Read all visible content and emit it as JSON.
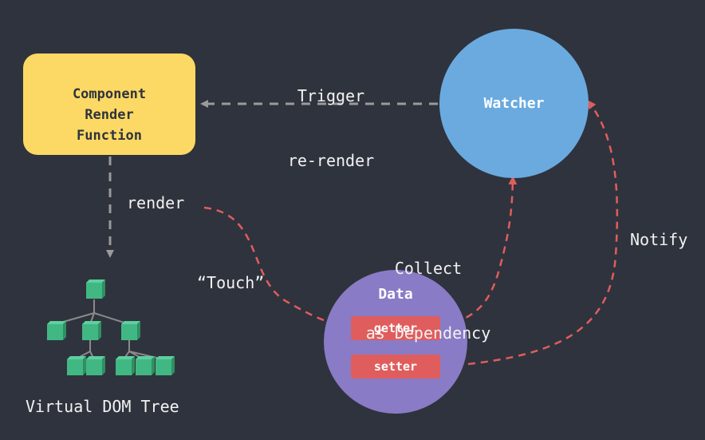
{
  "component": {
    "lines": [
      "Component",
      "Render",
      "Function"
    ]
  },
  "watcher": {
    "label": "Watcher"
  },
  "data_node": {
    "title": "Data",
    "getter_label": "getter",
    "setter_label": "setter"
  },
  "edges": {
    "trigger_rerender": [
      "Trigger",
      "re-render"
    ],
    "render": "render",
    "touch": "“Touch”",
    "collect_dependency": [
      "Collect",
      "as Dependency"
    ],
    "notify": "Notify"
  },
  "vdom": {
    "caption": "Virtual DOM Tree"
  },
  "colors": {
    "background": "#2f333d",
    "component_fill": "#fcd964",
    "watcher_fill": "#6aaadf",
    "data_fill": "#8a7bc6",
    "pill_fill": "#e05d5d",
    "gray_arrow": "#9a9a9a",
    "red_arrow": "#e05d5d",
    "tree_node": "#41b883"
  }
}
